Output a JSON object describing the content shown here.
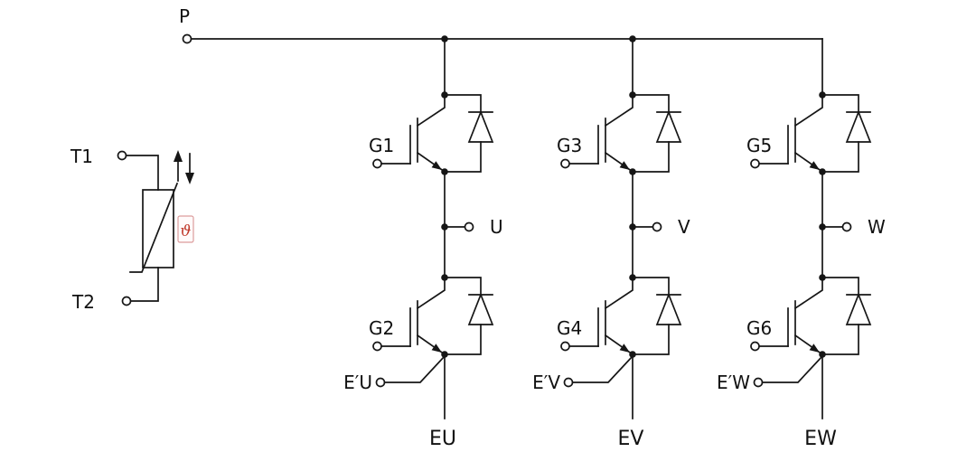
{
  "labels": {
    "dc_plus": "P",
    "thermistor": {
      "t1": "T1",
      "t2": "T2",
      "theta": "ϑ"
    },
    "legs": [
      {
        "gate_top": "G1",
        "gate_bottom": "G2",
        "output": "U",
        "aux_emitter": "E′U",
        "emitter": "EU"
      },
      {
        "gate_top": "G3",
        "gate_bottom": "G4",
        "output": "V",
        "aux_emitter": "E′V",
        "emitter": "EV"
      },
      {
        "gate_top": "G5",
        "gate_bottom": "G6",
        "output": "W",
        "aux_emitter": "E′W",
        "emitter": "EW"
      }
    ]
  },
  "colors": {
    "line": "#161616",
    "theta": "#c0392b",
    "theta_box": "#dc9c9c",
    "background": "#ffffff"
  }
}
